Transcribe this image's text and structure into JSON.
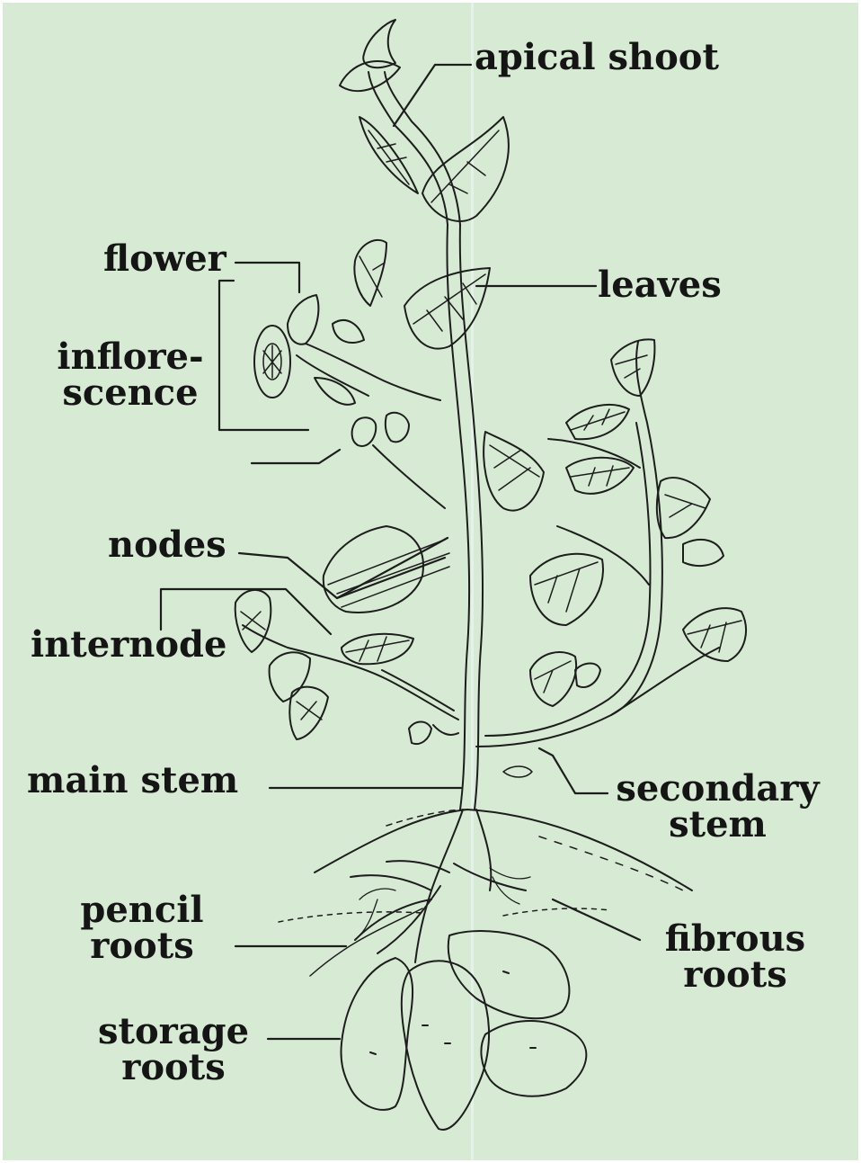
{
  "labels": {
    "apical_shoot": "apical shoot",
    "flower": "flower",
    "leaves": "leaves",
    "inflorescence_line1": "inflore-",
    "inflorescence_line2": "scence",
    "nodes": "nodes",
    "internode": "internode",
    "main_stem": "main stem",
    "secondary_stem_line1": "secondary",
    "secondary_stem_line2": "stem",
    "pencil_roots_line1": "pencil",
    "pencil_roots_line2": "roots",
    "fibrous_roots_line1": "fibrous",
    "fibrous_roots_line2": "roots",
    "storage_roots_line1": "storage",
    "storage_roots_line2": "roots"
  },
  "colors": {
    "background": "#d7ebd4",
    "ink": "#151515",
    "leaf_vein": "#7a4a5a"
  }
}
